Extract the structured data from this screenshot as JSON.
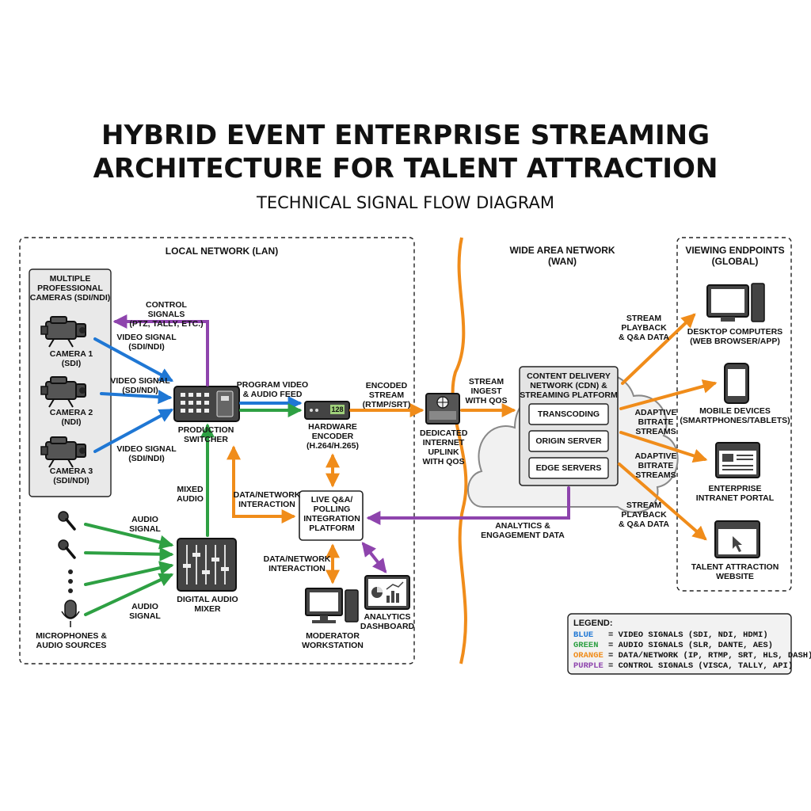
{
  "title_line1": "HYBRID EVENT ENTERPRISE STREAMING",
  "title_line2": "ARCHITECTURE FOR TALENT ATTRACTION",
  "subtitle": "TECHNICAL SIGNAL FLOW DIAGRAM",
  "zones": {
    "lan": "LOCAL NETWORK (LAN)",
    "wan": "WIDE AREA NETWORK\n(WAN)",
    "endpoints": "VIEWING ENDPOINTS\n(GLOBAL)"
  },
  "cameras": {
    "group_label": "MULTIPLE\nPROFESSIONAL\nCAMERAS (SDI/NDI)",
    "cam1": "CAMERA 1\n(SDI)",
    "cam2": "CAMERA 2\n(NDI)",
    "cam3": "CAMERA 3\n(SDI/NDI)"
  },
  "nodes": {
    "switcher": "PRODUCTION\nSWITCHER",
    "encoder": "HARDWARE\nENCODER\n(H.264/H.265)",
    "uplink": "DEDICATED\nINTERNET\nUPLINK\nWITH QoS",
    "qa": "LIVE Q&A/\nPOLLING\nINTEGRATION\nPLATFORM",
    "mixer": "DIGITAL AUDIO\nMIXER",
    "microphones": "MICROPHONES &\nAUDIO SOURCES",
    "moderator": "MODERATOR\nWORKSTATION",
    "analytics": "ANALYTICS\nDASHBOARD",
    "cdn_title": "CONTENT DELIVERY\nNETWORK (CDN) &\nSTREAMING PLATFORM",
    "transcoding": "TRANSCODING",
    "origin": "ORIGIN SERVER",
    "edge": "EDGE SERVERS"
  },
  "edges": {
    "control": "CONTROL SIGNALS\n(PTZ, TALLY, etc.)",
    "video1": "VIDEO SIGNAL\n(SDI/NDI)",
    "video2": "VIDEO SIGNAL\n(SDI/NDI)",
    "video3": "VIDEO SIGNAL\n(SDI/NDI)",
    "program": "PROGRAM VIDEO\n& AUDIO FEED",
    "encoded": "ENCODED\nSTREAM\n(RTMP/SRT)",
    "ingest": "STREAM\nINGEST\nWITH QoS",
    "mixed": "MIXED\nAUDIO",
    "data1": "DATA/NETWORK\nINTERACTION",
    "data2": "DATA/NETWORK\nINTERACTION",
    "audio1": "AUDIO\nSIGNAL",
    "audio2": "AUDIO\nSIGNAL",
    "analytics": "ANALYTICS &\nENGAGEMENT DATA",
    "playback1": "STREAM\nPLAYBACK\n& Q&A DATA",
    "abr1": "ADAPTIVE\nBITRATE\nSTREAMS",
    "abr2": "ADAPTIVE\nBITRATE\nSTREAMS",
    "playback2": "STREAM\nPLAYBACK\n& Q&A DATA"
  },
  "endpoints": {
    "desktop": "DESKTOP COMPUTERS\n(WEB BROWSER/APP)",
    "mobile": "MOBILE DEVICES\n(SMARTPHONES/TABLETS)",
    "intranet": "ENTERPRISE\nINTRANET PORTAL",
    "website": "TALENT ATTRACTION\nWEBSITE"
  },
  "encoder_display": "128",
  "legend": {
    "title": "LEGEND:",
    "items": [
      {
        "key": "BLUE",
        "desc": "= VIDEO SIGNALS (SDI, NDI, HDMI)",
        "color": "#1f77d4"
      },
      {
        "key": "GREEN",
        "desc": "= AUDIO SIGNALS (SLR, DANTE, AES)",
        "color": "#2ea043"
      },
      {
        "key": "ORANGE",
        "desc": "= DATA/NETWORK (IP, RTMP, SRT, HLS, DASH)",
        "color": "#f08c1a"
      },
      {
        "key": "PURPLE",
        "desc": "= CONTROL SIGNALS (VISCA, TALLY, API)",
        "color": "#8e44ad"
      }
    ]
  },
  "colors": {
    "blue": "#1f77d4",
    "green": "#2ea043",
    "orange": "#f08c1a",
    "purple": "#8e44ad"
  },
  "icons": [
    "camera-icon",
    "switcher-icon",
    "encoder-icon",
    "globe-icon",
    "microphone-icon",
    "mixer-icon",
    "monitor-icon",
    "dashboard-icon",
    "cloud-icon",
    "desktop-icon",
    "phone-icon",
    "browser-icon",
    "cursor-icon"
  ]
}
